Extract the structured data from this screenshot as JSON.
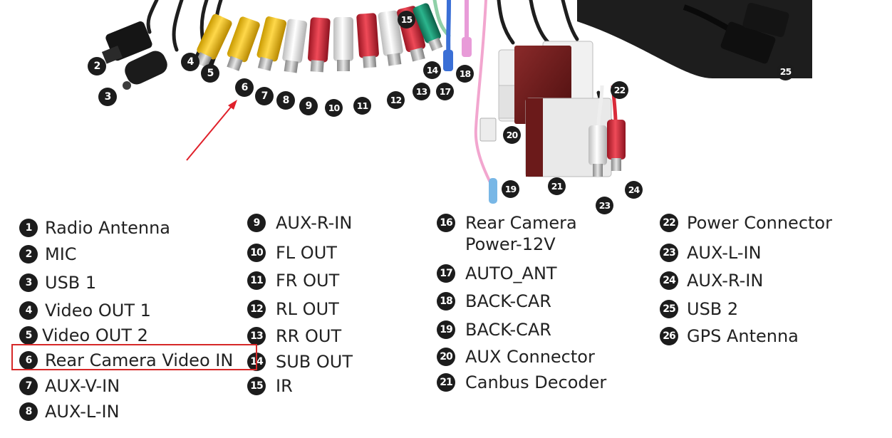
{
  "diagram": {
    "legend": [
      {
        "n": "1",
        "label": "Radio Antenna"
      },
      {
        "n": "2",
        "label": "MIC"
      },
      {
        "n": "3",
        "label": "USB 1"
      },
      {
        "n": "4",
        "label": "Video OUT 1"
      },
      {
        "n": "5",
        "label": "Video OUT 2"
      },
      {
        "n": "6",
        "label": "Rear Camera Video IN"
      },
      {
        "n": "7",
        "label": "AUX-V-IN"
      },
      {
        "n": "8",
        "label": "AUX-L-IN"
      },
      {
        "n": "9",
        "label": "AUX-R-IN"
      },
      {
        "n": "10",
        "label": "FL OUT"
      },
      {
        "n": "11",
        "label": "FR OUT"
      },
      {
        "n": "12",
        "label": "RL OUT"
      },
      {
        "n": "13",
        "label": "RR OUT"
      },
      {
        "n": "14",
        "label": "SUB OUT"
      },
      {
        "n": "15",
        "label": "IR"
      },
      {
        "n": "16",
        "label": "Rear Camera Power-12V"
      },
      {
        "n": "17",
        "label": "AUTO_ANT"
      },
      {
        "n": "18",
        "label": "BACK-CAR"
      },
      {
        "n": "19",
        "label": "BACK-CAR"
      },
      {
        "n": "20",
        "label": "AUX Connector"
      },
      {
        "n": "21",
        "label": "Canbus Decoder"
      },
      {
        "n": "22",
        "label": "Power Connector"
      },
      {
        "n": "23",
        "label": "AUX-L-IN"
      },
      {
        "n": "24",
        "label": "AUX-R-IN"
      },
      {
        "n": "25",
        "label": "USB 2"
      },
      {
        "n": "26",
        "label": "GPS Antenna"
      }
    ],
    "callouts": [
      "2",
      "3",
      "4",
      "5",
      "6",
      "7",
      "8",
      "9",
      "10",
      "11",
      "12",
      "13",
      "14",
      "15",
      "17",
      "18",
      "19",
      "20",
      "21",
      "22",
      "23",
      "24",
      "25"
    ],
    "highlighted_item": "6",
    "colors": {
      "badge": "#1c1c1c",
      "highlight": "#d62828",
      "rca_yellow": "#f2c500",
      "rca_red": "#d92b3a",
      "rca_white": "#f2f2f2",
      "rca_green": "#1a9170",
      "decoder": "#6b1a1a"
    }
  }
}
